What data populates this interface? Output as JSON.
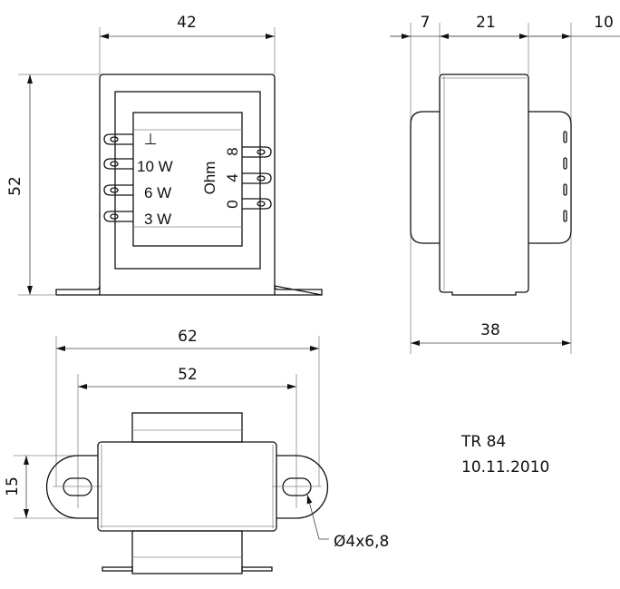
{
  "front_view": {
    "dim_width": "42",
    "dim_height": "52",
    "ground_symbol": "⊥",
    "power_taps": [
      "10 W",
      "6 W",
      "3 W"
    ],
    "ohm_label": "Ohm",
    "ohm_taps": [
      "8",
      "4",
      "0"
    ]
  },
  "side_view": {
    "dim_left": "7",
    "dim_middle": "21",
    "dim_right": "10",
    "dim_total": "38"
  },
  "top_view": {
    "dim_outer": "62",
    "dim_holes": "52",
    "dim_depth": "15",
    "hole_label": "Ø4x6,8"
  },
  "title_block": {
    "part": "TR 84",
    "date": "10.11.2010"
  }
}
